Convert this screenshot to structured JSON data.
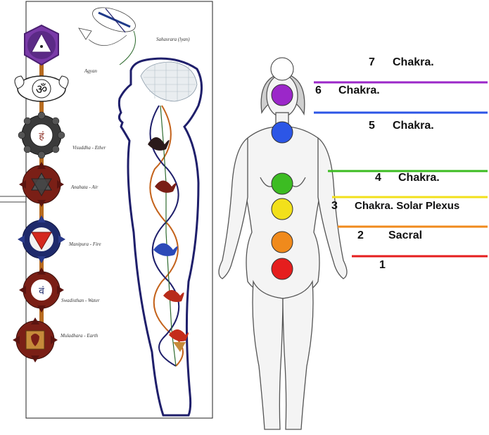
{
  "left_panel": {
    "labels": {
      "sahasrara": "Sahasrara (lyan)",
      "agyan": "Agyan",
      "visuddha": "Visuddha - Ether",
      "anahata": "Anahata - Air",
      "manipura": "Manipura - Fire",
      "swadisthan": "Swadisthan - Water",
      "muladhara": "Muladhara - Earth"
    },
    "ajna_symbol": "ॐ",
    "visuddha_symbol": "हं",
    "swadisthan_symbol": "वं",
    "colors": {
      "crown": "#5b2a86",
      "spine": "#b76b1f",
      "throat": "#2f2f2f",
      "heart": "#7a1f16",
      "solar": "#1f2a6b",
      "sacral": "#7a1f16",
      "root": "#7a1f16",
      "nadi_blue": "#1f1f6b",
      "nadi_orange": "#c4631c",
      "nadi_green": "#2f6b2f"
    }
  },
  "right_panel": {
    "chakras": [
      {
        "number": "7",
        "text": "Chakra.",
        "color": "#ffffff"
      },
      {
        "number": "6",
        "text": "Chakra.",
        "color": "#9b27c9"
      },
      {
        "number": "5",
        "text": "Chakra.",
        "color": "#2c56e6"
      },
      {
        "number": "4",
        "text": "Chakra.",
        "color": "#3cbc22"
      },
      {
        "number": "3",
        "text": "Chakra. Solar Plexus",
        "color": "#f2e01b"
      },
      {
        "number": "2",
        "text": "Sacral",
        "color": "#f08a1c"
      },
      {
        "number": "1",
        "text": "",
        "color": "#e51e1e"
      }
    ]
  }
}
